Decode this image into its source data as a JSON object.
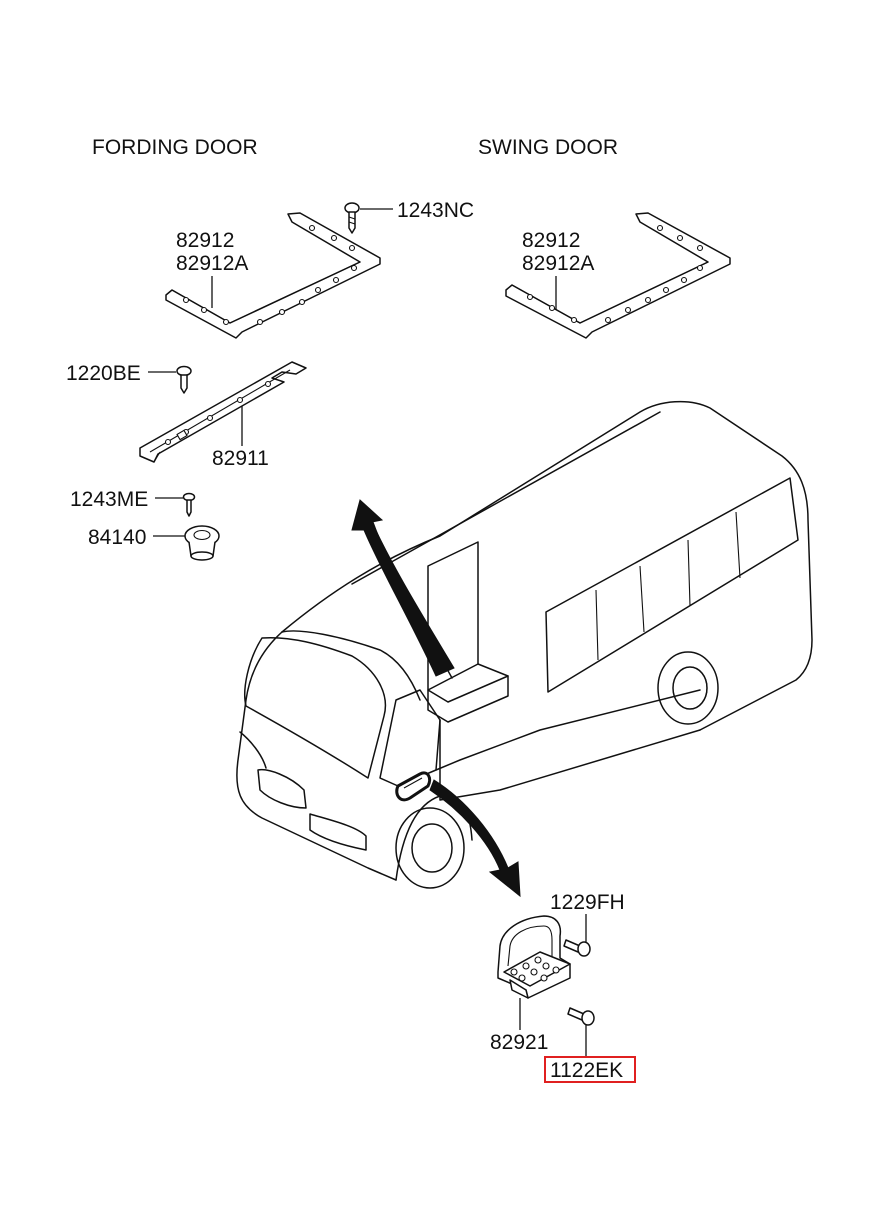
{
  "headers": {
    "fording_door": "FORDING DOOR",
    "swing_door": "SWING DOOR"
  },
  "callouts": {
    "screw_top": "1243NC",
    "seal_left_1": "82912",
    "seal_left_2": "82912A",
    "seal_right_1": "82912",
    "seal_right_2": "82912A",
    "screw_mid": "1220BE",
    "plate": "82911",
    "screw_small": "1243ME",
    "grommet": "84140",
    "bolt_upper": "1229FH",
    "step_bracket": "82921",
    "bolt_lower": "1122EK"
  },
  "highlight": {
    "part": "1122EK",
    "color": "#e02020"
  }
}
